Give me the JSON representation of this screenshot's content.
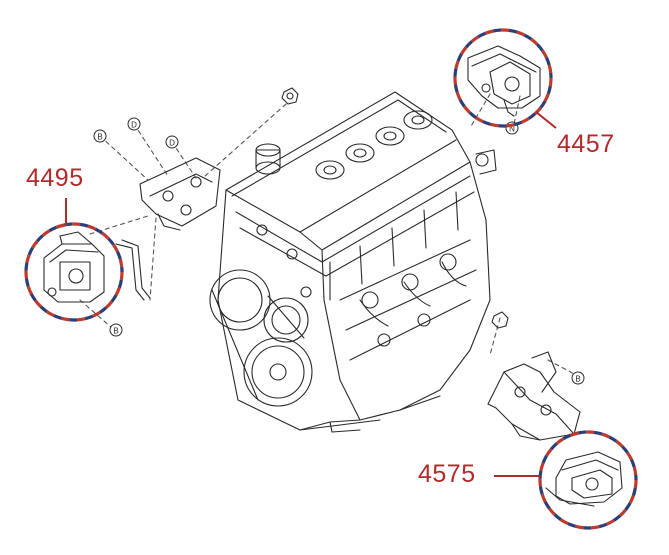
{
  "diagram": {
    "callouts": [
      {
        "id": "rear-upper",
        "part_number": "4457"
      },
      {
        "id": "left",
        "part_number": "4495"
      },
      {
        "id": "front-lower",
        "part_number": "4575"
      }
    ],
    "letter_markers": [
      "B",
      "D",
      "D",
      "B",
      "N",
      "B"
    ],
    "colors": {
      "label": "#b22a2a",
      "leader": "#b22a2a",
      "circle_red": "#c0392b",
      "circle_navy": "#2c3e78",
      "line_art": "#2a2a2a"
    }
  }
}
